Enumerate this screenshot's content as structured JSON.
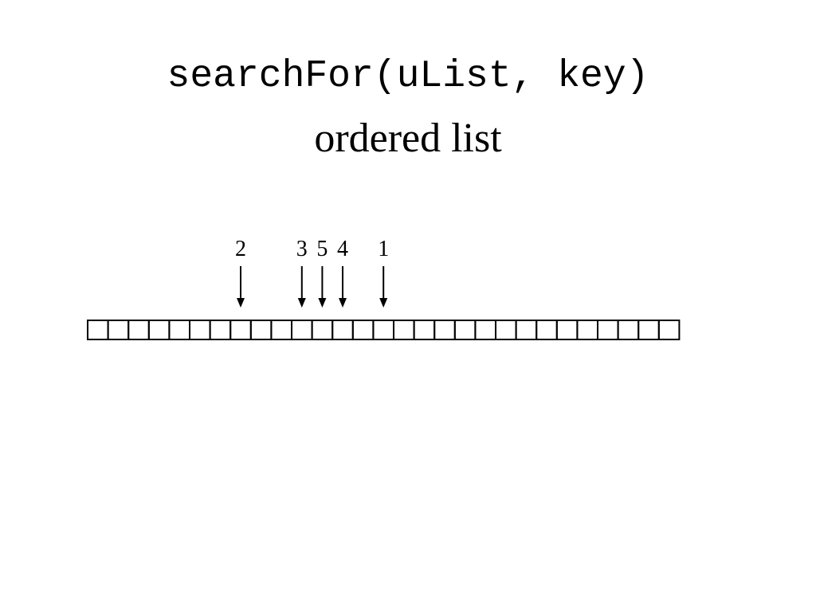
{
  "slide": {
    "title": "searchFor(uList, key)",
    "subtitle": "ordered list"
  },
  "diagram": {
    "cell_count": 29,
    "probes": [
      {
        "label": "2",
        "cell_index": 7
      },
      {
        "label": "3",
        "cell_index": 10
      },
      {
        "label": "5",
        "cell_index": 11
      },
      {
        "label": "4",
        "cell_index": 12
      },
      {
        "label": "1",
        "cell_index": 14
      }
    ]
  }
}
